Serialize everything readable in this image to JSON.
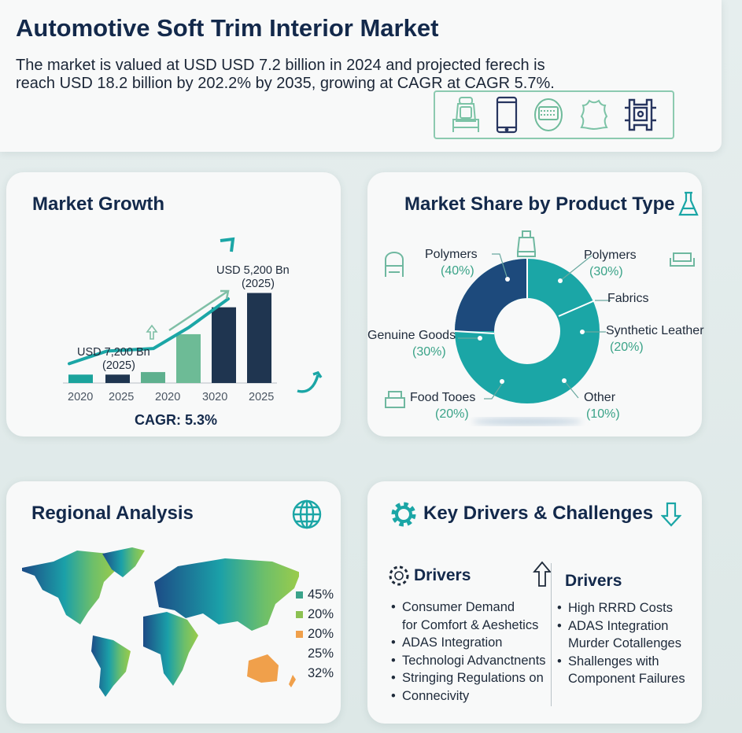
{
  "header": {
    "title": "Automotive Soft Trim Interior Market",
    "subtitle": "The market is valued at USD USD 7.2 billion in 2024 and projected ferech is reach USD 18.2 billion by 202.2% by 2035, growing at CAGR at CAGR 5.7%.",
    "icons": [
      "car-seat-icon",
      "smartphone-icon",
      "fabric-swatch-icon",
      "leather-hide-icon",
      "circuit-chip-icon"
    ]
  },
  "growth": {
    "title": "Market Growth",
    "annotation_low": "USD 7,200 Bn",
    "annotation_low_year": "(2025)",
    "annotation_high": "USD 5,200 Bn",
    "annotation_high_year": "(2025)",
    "cagr": "CAGR: 5.3%"
  },
  "share": {
    "title": "Market Share by Product Type"
  },
  "regional": {
    "title": "Regional Analysis",
    "legend": [
      {
        "label": "45%",
        "color": "#3aa38a"
      },
      {
        "label": "20%",
        "color": "#8cc152"
      },
      {
        "label": "20%",
        "color": "#f0a04b"
      },
      {
        "label": "25%",
        "color": ""
      },
      {
        "label": "32%",
        "color": ""
      }
    ]
  },
  "drivers": {
    "title": "Key Drivers & Challenges",
    "left_heading": "Drivers",
    "left_items": [
      "Consumer Demand",
      "for Comfort & Aeshetics",
      "ADAS Integration",
      "Technologi Advanctnents",
      "Stringing Regulations on",
      "Connecivity"
    ],
    "right_heading": "Drivers",
    "right_items": [
      "High RRRD Costs",
      "ADAS Integration",
      "Murder Cotallenges",
      "Shallenges with",
      "Component Failures"
    ]
  },
  "chart_data": [
    {
      "type": "bar",
      "title": "Market Growth",
      "categories": [
        "2020",
        "2025",
        "2020",
        "3020",
        "2025"
      ],
      "bars": [
        {
          "tick": "2020",
          "value": 1.0,
          "color": "#1ba39c"
        },
        {
          "tick": "2025",
          "value": 1.0,
          "color": "#1f3550"
        },
        {
          "tick": "2020",
          "value": 1.3,
          "color": "#5eb08e"
        },
        {
          "tick": "",
          "value": 5.8,
          "color": "#6dbb96"
        },
        {
          "tick": "3020",
          "value": 9.0,
          "color": "#1f3550"
        },
        {
          "tick": "2025",
          "value": 10.7,
          "color": "#1f3550"
        }
      ],
      "trend_line": [
        2.3,
        3.8,
        4.1,
        6.6,
        10.0
      ],
      "ylim": [
        0,
        12
      ],
      "xlabel": "",
      "ylabel": ""
    },
    {
      "type": "pie",
      "title": "Market Share by Product Type",
      "slices": [
        {
          "label": "Polymers",
          "value_label": "(40%)",
          "value": 40
        },
        {
          "label": "Polymers",
          "value_label": "(30%)",
          "value": 30
        },
        {
          "label": "Fabrics",
          "value_label": "",
          "value": null
        },
        {
          "label": "Synthetic Leather",
          "value_label": "(20%)",
          "value": 20
        },
        {
          "label": "Other",
          "value_label": "(10%)",
          "value": 10
        },
        {
          "label": "Food Tooes",
          "value_label": "(20%)",
          "value": 20
        },
        {
          "label": "Genuine Goods",
          "value_label": "(30%)",
          "value": 30
        }
      ],
      "colors": {
        "primary": "#1ba6a6",
        "secondary": "#1d4a7c"
      }
    }
  ]
}
